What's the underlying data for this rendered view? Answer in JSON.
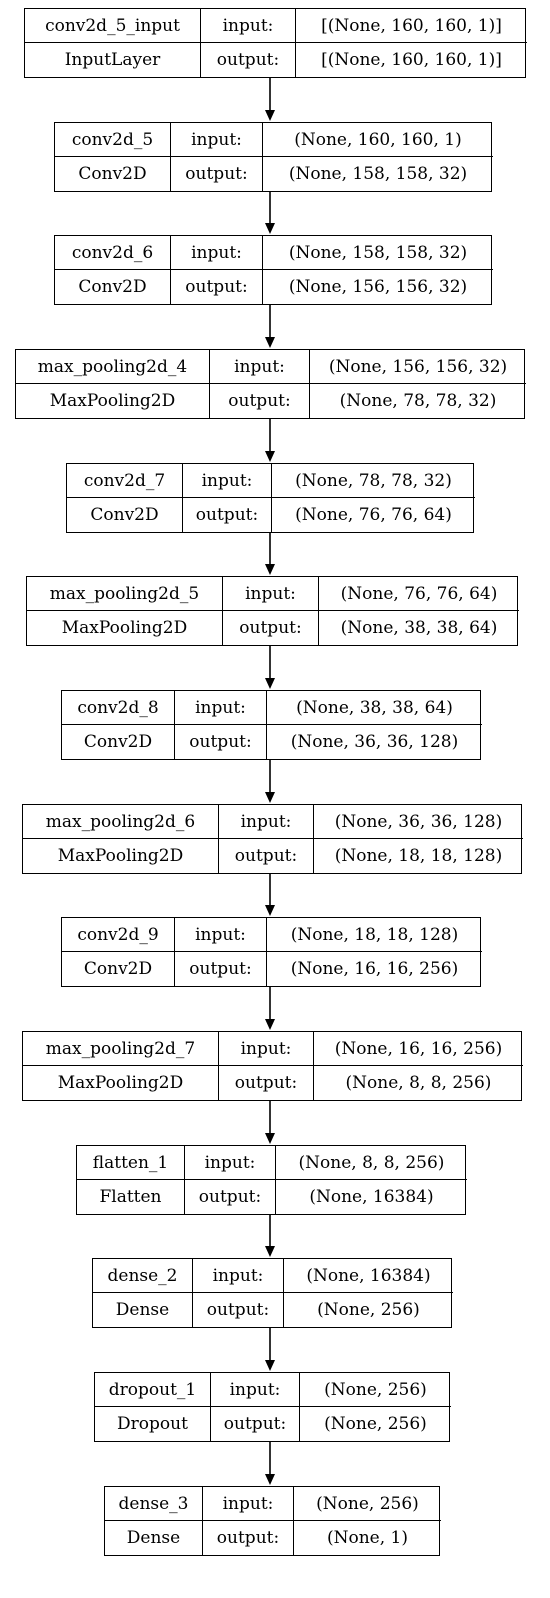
{
  "layers": [
    {
      "name": "conv2d_5_input",
      "type": "InputLayer",
      "input_label": "input:",
      "output_label": "output:",
      "input_shape": "[(None, 160, 160, 1)]",
      "output_shape": "[(None, 160, 160, 1)]"
    },
    {
      "name": "conv2d_5",
      "type": "Conv2D",
      "input_label": "input:",
      "output_label": "output:",
      "input_shape": "(None, 160, 160, 1)",
      "output_shape": "(None, 158, 158, 32)"
    },
    {
      "name": "conv2d_6",
      "type": "Conv2D",
      "input_label": "input:",
      "output_label": "output:",
      "input_shape": "(None, 158, 158, 32)",
      "output_shape": "(None, 156, 156, 32)"
    },
    {
      "name": "max_pooling2d_4",
      "type": "MaxPooling2D",
      "input_label": "input:",
      "output_label": "output:",
      "input_shape": "(None, 156, 156, 32)",
      "output_shape": "(None, 78, 78, 32)"
    },
    {
      "name": "conv2d_7",
      "type": "Conv2D",
      "input_label": "input:",
      "output_label": "output:",
      "input_shape": "(None, 78, 78, 32)",
      "output_shape": "(None, 76, 76, 64)"
    },
    {
      "name": "max_pooling2d_5",
      "type": "MaxPooling2D",
      "input_label": "input:",
      "output_label": "output:",
      "input_shape": "(None, 76, 76, 64)",
      "output_shape": "(None, 38, 38, 64)"
    },
    {
      "name": "conv2d_8",
      "type": "Conv2D",
      "input_label": "input:",
      "output_label": "output:",
      "input_shape": "(None, 38, 38, 64)",
      "output_shape": "(None, 36, 36, 128)"
    },
    {
      "name": "max_pooling2d_6",
      "type": "MaxPooling2D",
      "input_label": "input:",
      "output_label": "output:",
      "input_shape": "(None, 36, 36, 128)",
      "output_shape": "(None, 18, 18, 128)"
    },
    {
      "name": "conv2d_9",
      "type": "Conv2D",
      "input_label": "input:",
      "output_label": "output:",
      "input_shape": "(None, 18, 18, 128)",
      "output_shape": "(None, 16, 16, 256)"
    },
    {
      "name": "max_pooling2d_7",
      "type": "MaxPooling2D",
      "input_label": "input:",
      "output_label": "output:",
      "input_shape": "(None, 16, 16, 256)",
      "output_shape": "(None, 8, 8, 256)"
    },
    {
      "name": "flatten_1",
      "type": "Flatten",
      "input_label": "input:",
      "output_label": "output:",
      "input_shape": "(None, 8, 8, 256)",
      "output_shape": "(None, 16384)"
    },
    {
      "name": "dense_2",
      "type": "Dense",
      "input_label": "input:",
      "output_label": "output:",
      "input_shape": "(None, 16384)",
      "output_shape": "(None, 256)"
    },
    {
      "name": "dropout_1",
      "type": "Dropout",
      "input_label": "input:",
      "output_label": "output:",
      "input_shape": "(None, 256)",
      "output_shape": "(None, 256)"
    },
    {
      "name": "dense_3",
      "type": "Dense",
      "input_label": "input:",
      "output_label": "output:",
      "input_shape": "(None, 256)",
      "output_shape": "(None, 1)"
    }
  ]
}
